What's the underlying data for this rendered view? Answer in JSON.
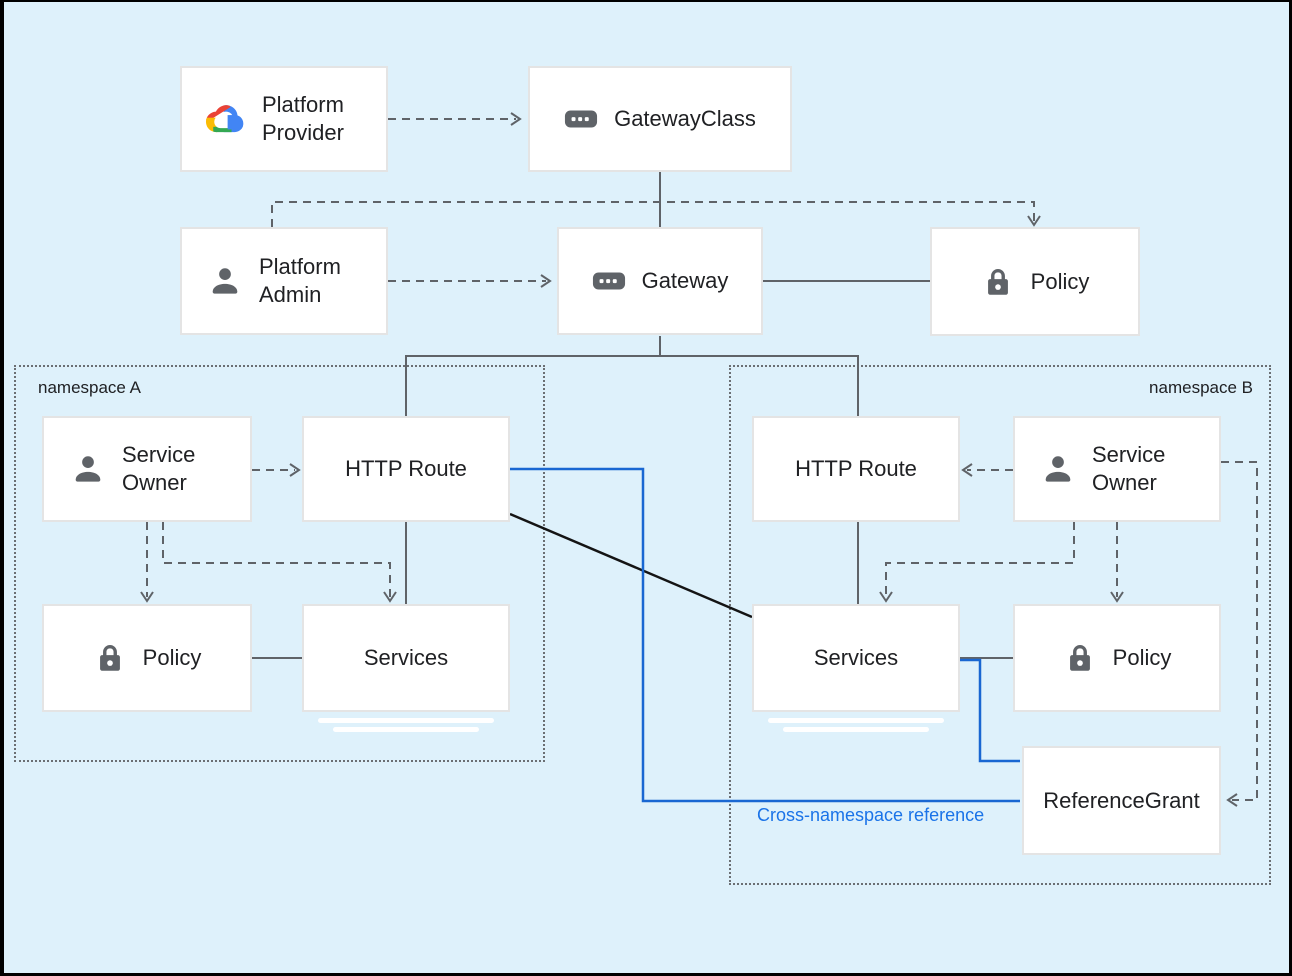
{
  "colors": {
    "background": "#def1fb",
    "box_border": "#e4e4e4",
    "line_gray": "#5f6368",
    "blue": "#1967d2",
    "blue_text": "#1a73e8",
    "black_line": "#141414",
    "text": "#202124",
    "frame": "#000000",
    "ns_border": "#6b6f73"
  },
  "nodes": {
    "platform_provider": {
      "label": "Platform Provider",
      "icon": "gcp-cloud-icon"
    },
    "gateway_class": {
      "label": "GatewayClass",
      "icon": "api-resource-icon"
    },
    "platform_admin": {
      "label": "Platform Admin",
      "icon": "person-icon"
    },
    "gateway": {
      "label": "Gateway",
      "icon": "api-resource-icon"
    },
    "policy_top": {
      "label": "Policy",
      "icon": "lock-icon"
    },
    "service_owner_a": {
      "label": "Service Owner",
      "icon": "person-icon"
    },
    "http_route_a": {
      "label": "HTTP Route"
    },
    "policy_a": {
      "label": "Policy",
      "icon": "lock-icon"
    },
    "services_a": {
      "label": "Services"
    },
    "http_route_b": {
      "label": "HTTP Route"
    },
    "service_owner_b": {
      "label": "Service Owner",
      "icon": "person-icon"
    },
    "services_b": {
      "label": "Services"
    },
    "policy_b": {
      "label": "Policy",
      "icon": "lock-icon"
    },
    "reference_grant": {
      "label": "ReferenceGrant"
    }
  },
  "namespaces": {
    "a": {
      "label": "namespace A"
    },
    "b": {
      "label": "namespace B"
    }
  },
  "annotations": {
    "cross_namespace_reference": "Cross-namespace reference"
  }
}
